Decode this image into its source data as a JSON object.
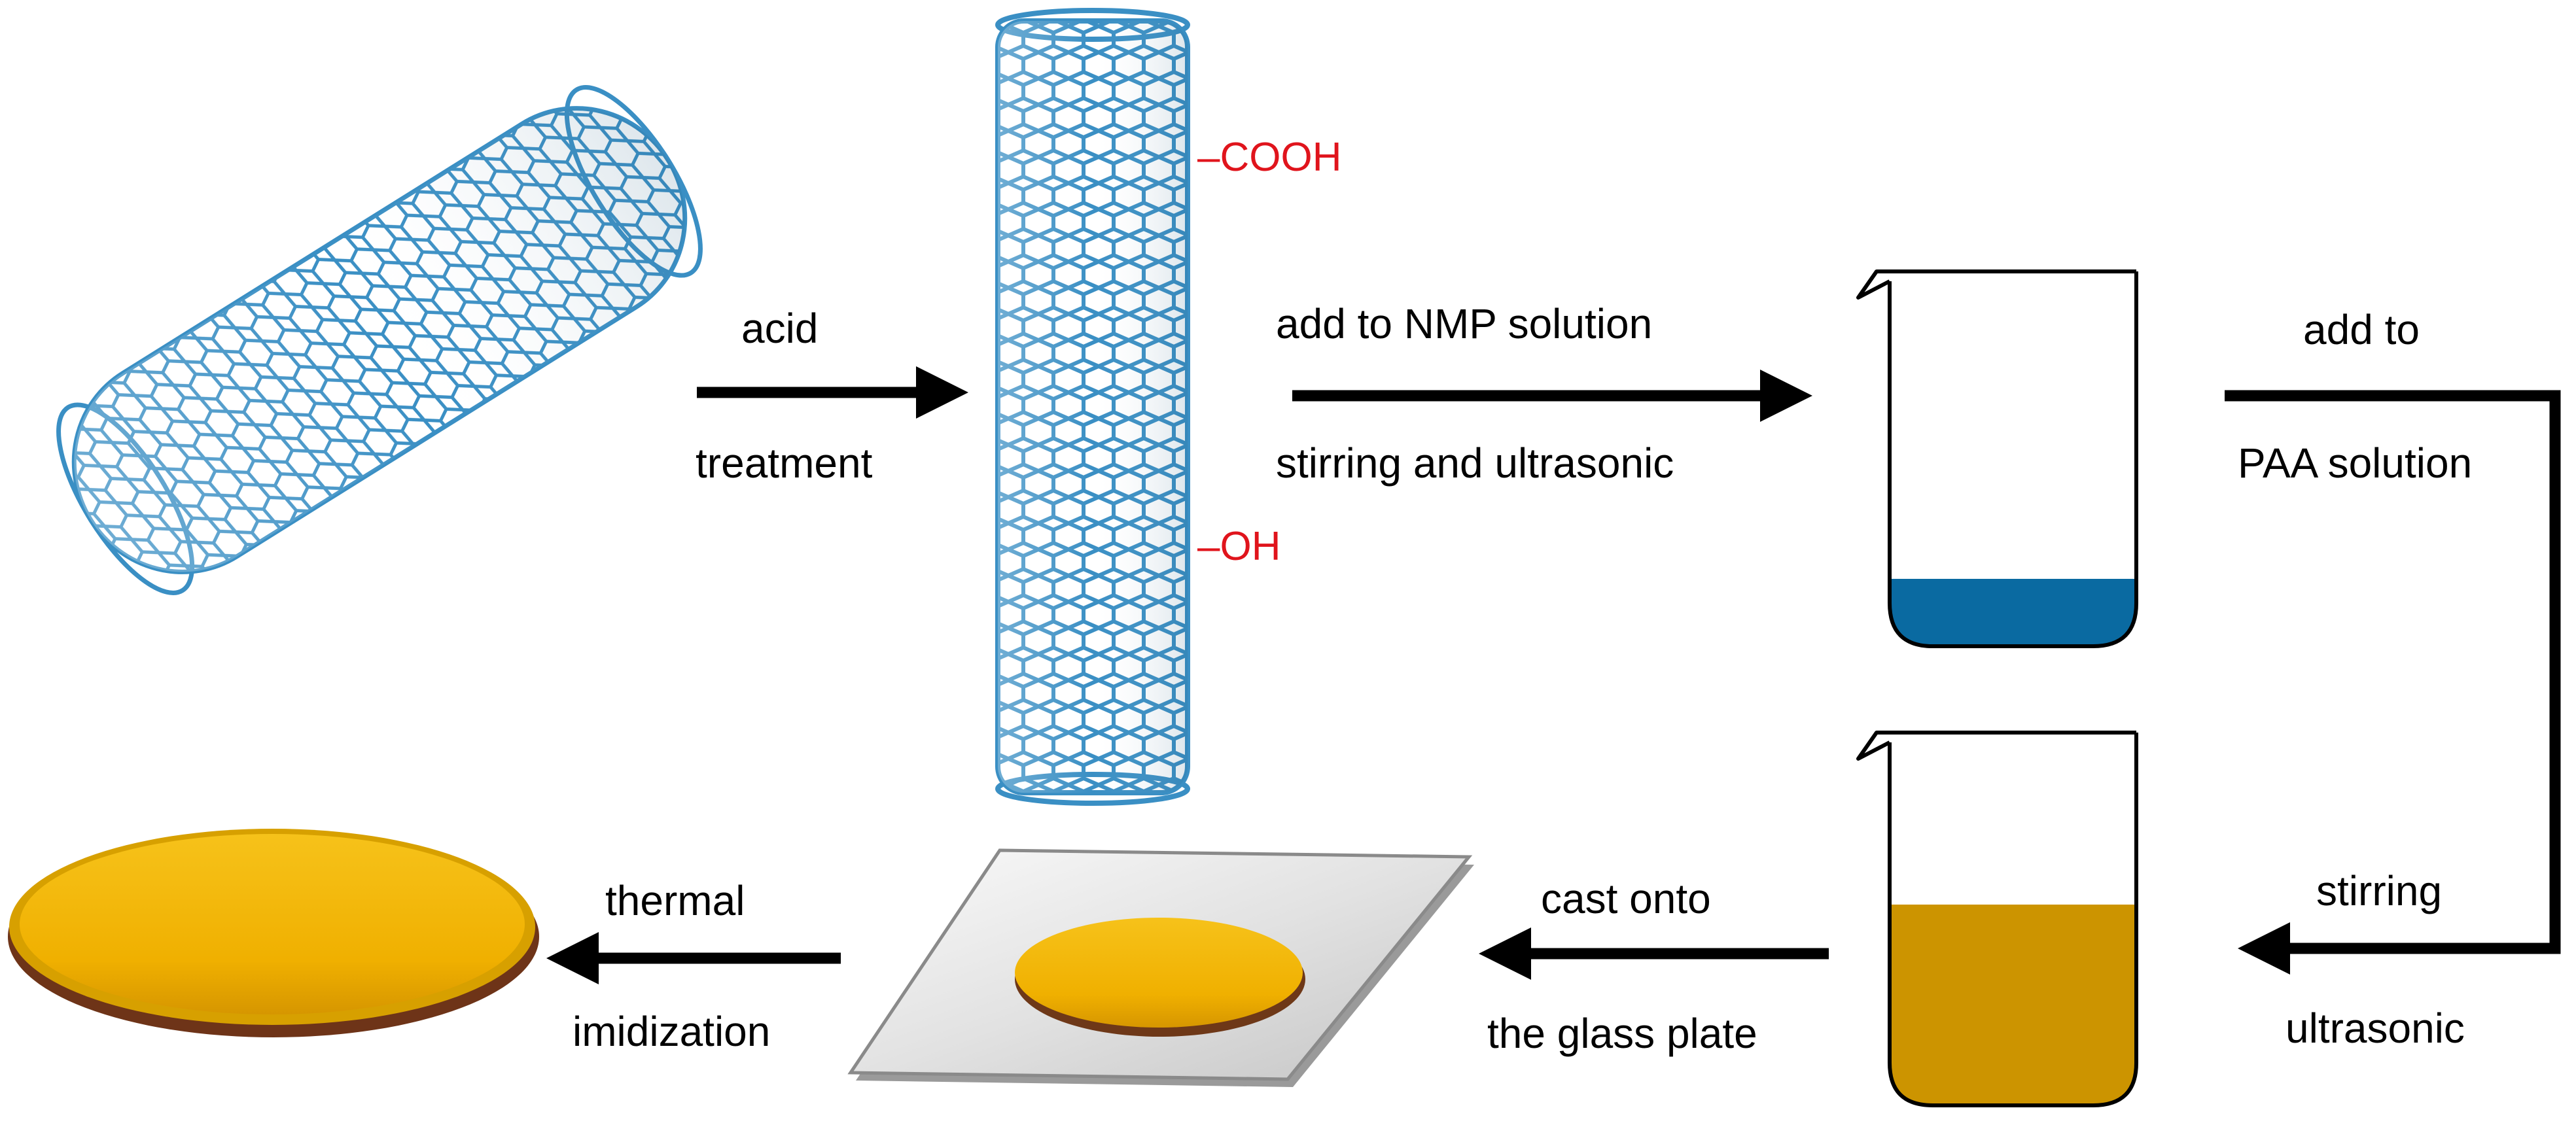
{
  "steps": {
    "acid_treatment": {
      "line1": "acid",
      "line2": "treatment"
    },
    "nmp": {
      "line1": "add to NMP solution",
      "line2": "stirring and ultrasonic"
    },
    "paa": {
      "line1": "add to",
      "line2": "PAA solution"
    },
    "stirring": {
      "line1": "stirring",
      "line2": "ultrasonic"
    },
    "cast": {
      "line1": "cast onto",
      "line2": "the glass plate"
    },
    "thermal": {
      "line1": "thermal",
      "line2": "imidization"
    }
  },
  "functional_groups": {
    "cooh": "–COOH",
    "oh": "–OH"
  },
  "colors": {
    "nanotube": "#3a8fc4",
    "group_label": "#e0141c",
    "arrow": "#000000",
    "blue_solution": "#0a6aa1",
    "brown_solution": "#cc9400",
    "film_top": "#f3b600",
    "film_edge": "#7a3d10"
  }
}
